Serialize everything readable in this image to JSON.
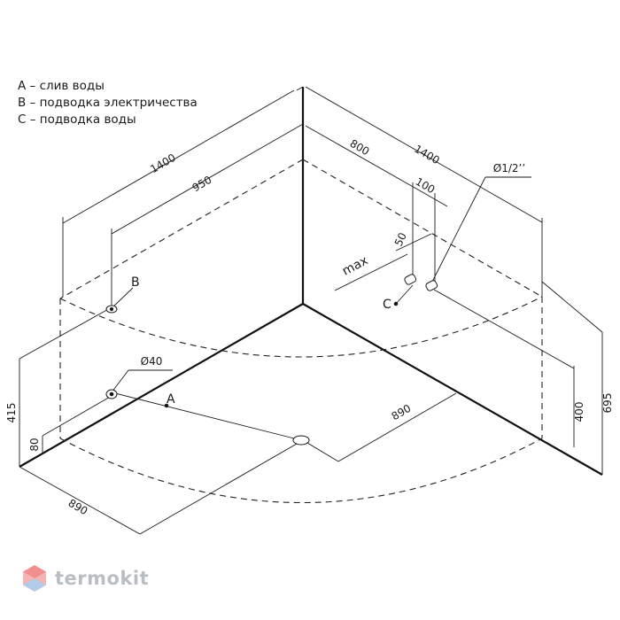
{
  "legend": {
    "a": "A – слив воды",
    "b": "B – подводка электричества",
    "c": "C – подводка воды"
  },
  "dimensions": {
    "width_left": "1400",
    "width_left_inner": "950",
    "width_right": "1400",
    "right_800": "800",
    "right_100": "100",
    "right_50": "50",
    "max": "max",
    "pipe": "Ø1/2’’",
    "drain_diameter": "Ø40",
    "height_415": "415",
    "height_80": "80",
    "height_400": "400",
    "height_695": "695",
    "diag_890_bottom": "890",
    "diag_890_right": "890"
  },
  "markers": {
    "a": "A",
    "b": "B",
    "c": "C"
  },
  "brand": {
    "name": "termokit",
    "logo_colors": [
      "#f2a7a7",
      "#a9c4e6"
    ]
  }
}
